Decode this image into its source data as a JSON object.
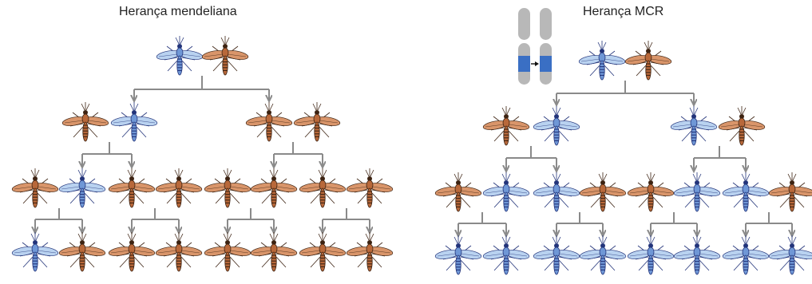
{
  "panels": {
    "mendelian": {
      "title": "Herança mendeliana"
    },
    "mcr": {
      "title": "Herança MCR"
    }
  },
  "colors": {
    "blue_mosquito": "#6f97d6",
    "brown_mosquito": "#b8683a",
    "connector": "#8a8a8a",
    "chromosome": "#b8b8b8",
    "gene_cassette": "#3a6fc4"
  },
  "mendelian_tree": {
    "generation_0": [
      "blue",
      "brown"
    ],
    "generation_1": [
      "brown",
      "blue",
      "brown",
      "brown"
    ],
    "generation_2": [
      "brown",
      "blue",
      "brown",
      "brown",
      "brown",
      "brown",
      "brown",
      "brown"
    ],
    "generation_3": [
      "blue",
      "brown",
      "brown",
      "brown",
      "brown",
      "brown",
      "brown",
      "brown"
    ]
  },
  "mcr_tree": {
    "generation_0": [
      "blue",
      "brown"
    ],
    "generation_1": [
      "brown",
      "blue",
      "blue",
      "brown"
    ],
    "generation_2": [
      "brown",
      "blue",
      "blue",
      "brown",
      "brown",
      "blue",
      "blue",
      "brown"
    ],
    "generation_3": [
      "blue",
      "blue",
      "blue",
      "blue",
      "blue",
      "blue",
      "blue",
      "blue"
    ]
  }
}
